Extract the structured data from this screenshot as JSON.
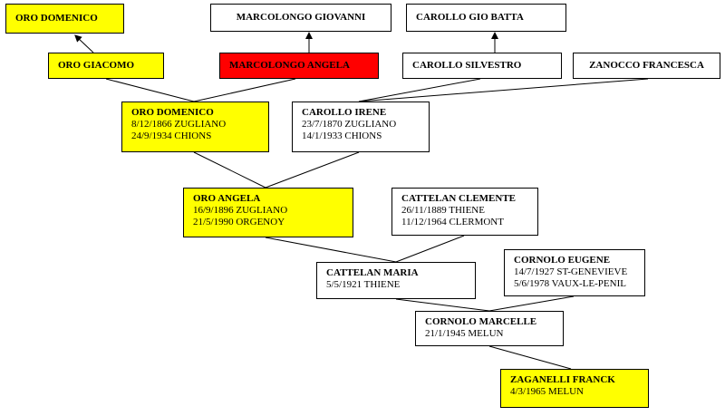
{
  "people": {
    "oro_domenico_top": {
      "name": "ORO DOMENICO"
    },
    "oro_giacomo": {
      "name": "ORO GIACOMO"
    },
    "marcolongo_giovanni": {
      "name": "MARCOLONGO GIOVANNI"
    },
    "marcolongo_angela": {
      "name": "MARCOLONGO ANGELA"
    },
    "carollo_gio_batta": {
      "name": "CAROLLO GIO BATTA"
    },
    "carollo_silvestro": {
      "name": "CAROLLO SILVESTRO"
    },
    "zanocco_francesca": {
      "name": "ZANOCCO FRANCESCA"
    },
    "oro_domenico": {
      "name": "ORO DOMENICO",
      "birth": "8/12/1866 ZUGLIANO",
      "death": "24/9/1934 CHIONS"
    },
    "carollo_irene": {
      "name": "CAROLLO IRENE",
      "birth": "23/7/1870 ZUGLIANO",
      "death": "14/1/1933 CHIONS"
    },
    "oro_angela": {
      "name": "ORO ANGELA",
      "birth": "16/9/1896 ZUGLIANO",
      "death": "21/5/1990 ORGENOY"
    },
    "cattelan_clemente": {
      "name": "CATTELAN CLEMENTE",
      "birth": "26/11/1889 THIENE",
      "death": "11/12/1964 CLERMONT"
    },
    "cattelan_maria": {
      "name": "CATTELAN MARIA",
      "birth": "5/5/1921 THIENE"
    },
    "cornolo_eugene": {
      "name": "CORNOLO EUGENE",
      "birth": "14/7/1927 ST-GENEVIEVE",
      "death": "5/6/1978  VAUX-LE-PENIL"
    },
    "cornolo_marcelle": {
      "name": "CORNOLO  MARCELLE",
      "birth": "21/1/1945 MELUN"
    },
    "zaganelli_franck": {
      "name": "ZAGANELLI  FRANCK",
      "birth": "4/3/1965 MELUN"
    }
  },
  "colors": {
    "highlight": "#ffff00",
    "alert": "#ff0000",
    "plain": "#ffffff",
    "border": "#000000"
  }
}
